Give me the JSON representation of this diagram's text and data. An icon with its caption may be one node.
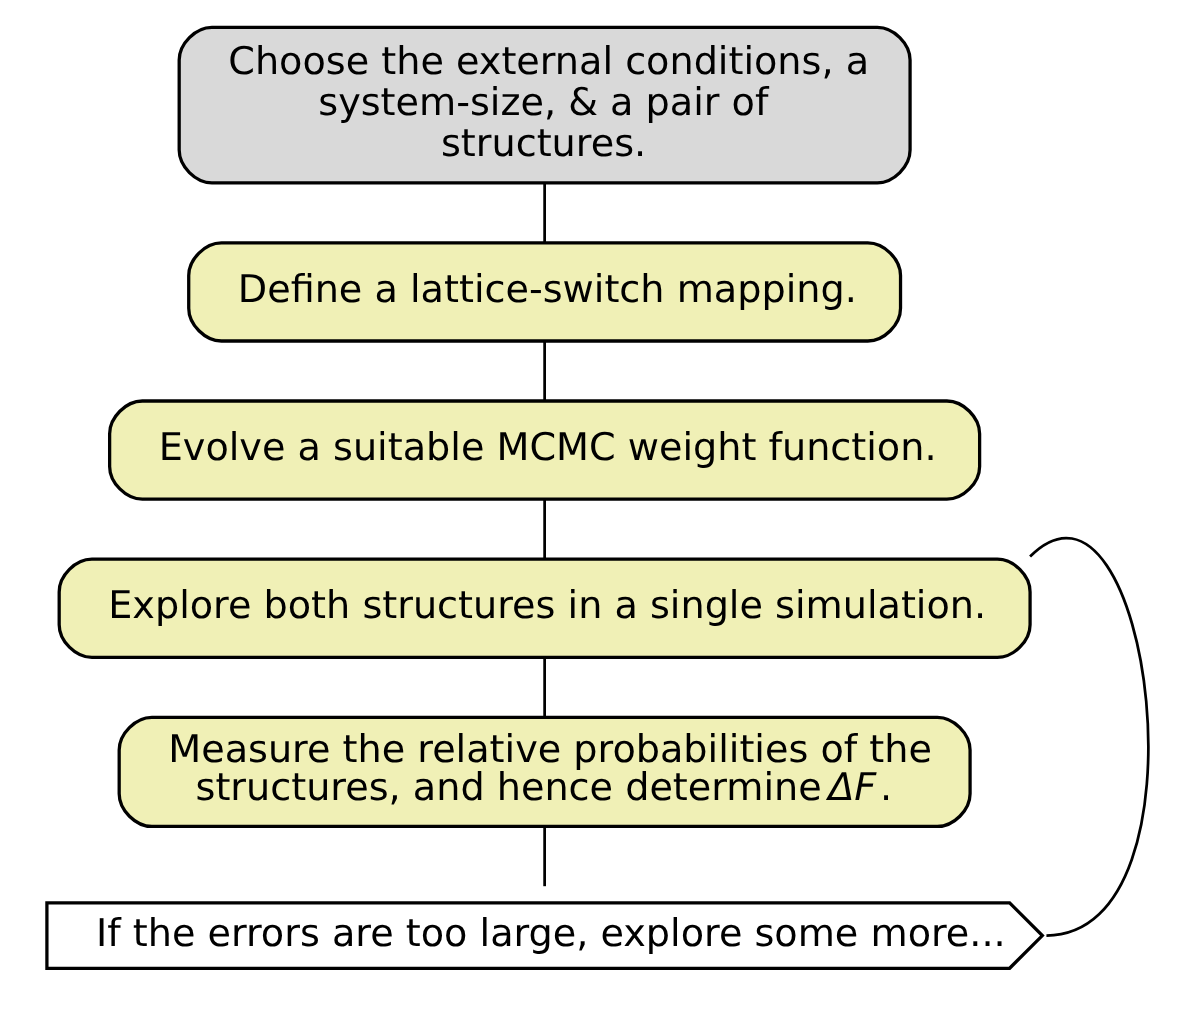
{
  "diagram": {
    "nodes": [
      {
        "text": [
          "Choose the external conditions, a system-size, & a pair of structures."
        ]
      },
      {
        "text": [
          "Define a lattice-switch mapping."
        ]
      },
      {
        "text": [
          "Evolve a suitable MCMC weight function."
        ]
      },
      {
        "text": [
          "Explore both structures in a single simulation."
        ]
      },
      {
        "text": [
          "Measure the relative probabilities of the structures, and hence determine *ΔF*."
        ]
      },
      {
        "text": [
          "If the errors are too large, explore some more..."
        ]
      }
    ],
    "edges": [
      {
        "from": 0,
        "to": 1,
        "arrow": "none"
      },
      {
        "from": 1,
        "to": 2,
        "arrow": "none"
      },
      {
        "from": 2,
        "to": 3,
        "arrow": "none"
      },
      {
        "from": 3,
        "to": 4,
        "arrow": "none"
      },
      {
        "from": 4,
        "to": 5,
        "arrow": "none"
      },
      {
        "from": 5,
        "to": 3,
        "arrow": "none"
      }
    ]
  }
}
